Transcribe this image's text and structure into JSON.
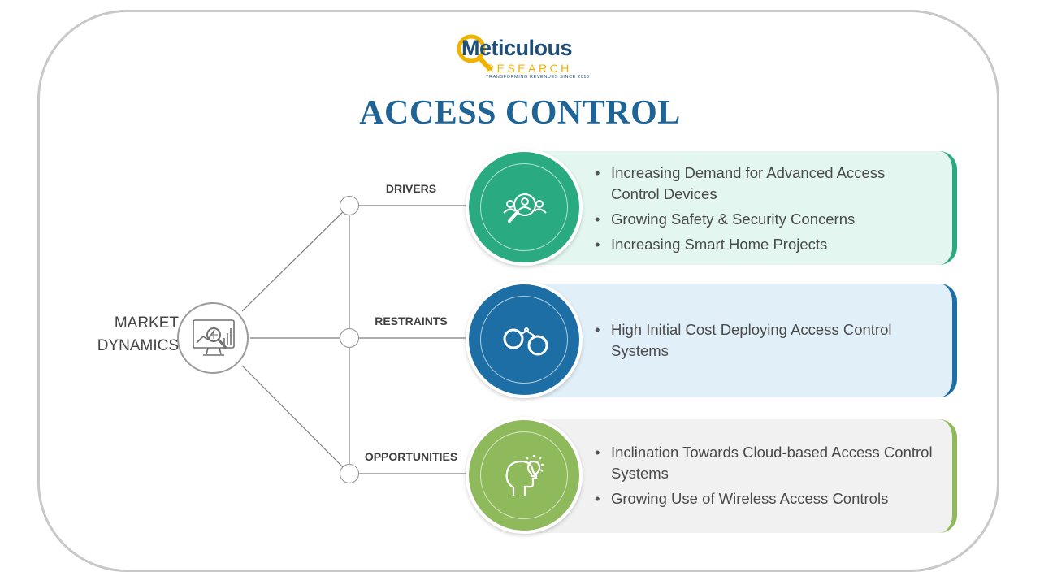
{
  "logo": {
    "name": "Meticulous",
    "sub": "RESEARCH",
    "tagline": "TRANSFORMING REVENUES SINCE 2010"
  },
  "title": "ACCESS CONTROL",
  "hub": {
    "line1": "MARKET",
    "line2": "DYNAMICS",
    "icon": "monitor-analytics-icon"
  },
  "categories": [
    {
      "label": "DRIVERS",
      "icon": "search-people-icon",
      "color": "#2aaa80",
      "panel_bg": "#e3f6f0",
      "items": [
        "Increasing Demand for Advanced Access Control Devices",
        "Growing Safety & Security Concerns",
        "Increasing Smart Home Projects"
      ]
    },
    {
      "label": "RESTRAINTS",
      "icon": "handcuffs-icon",
      "color": "#1c6ea4",
      "panel_bg": "#e1eff8",
      "items": [
        "High Initial Cost Deploying Access Control Systems"
      ]
    },
    {
      "label": "OPPORTUNITIES",
      "icon": "head-lightbulb-icon",
      "color": "#8fba5c",
      "panel_bg": "#f1f1f1",
      "items": [
        "Inclination Towards Cloud-based Access Control Systems",
        "Growing Use of Wireless Access Controls"
      ]
    }
  ]
}
